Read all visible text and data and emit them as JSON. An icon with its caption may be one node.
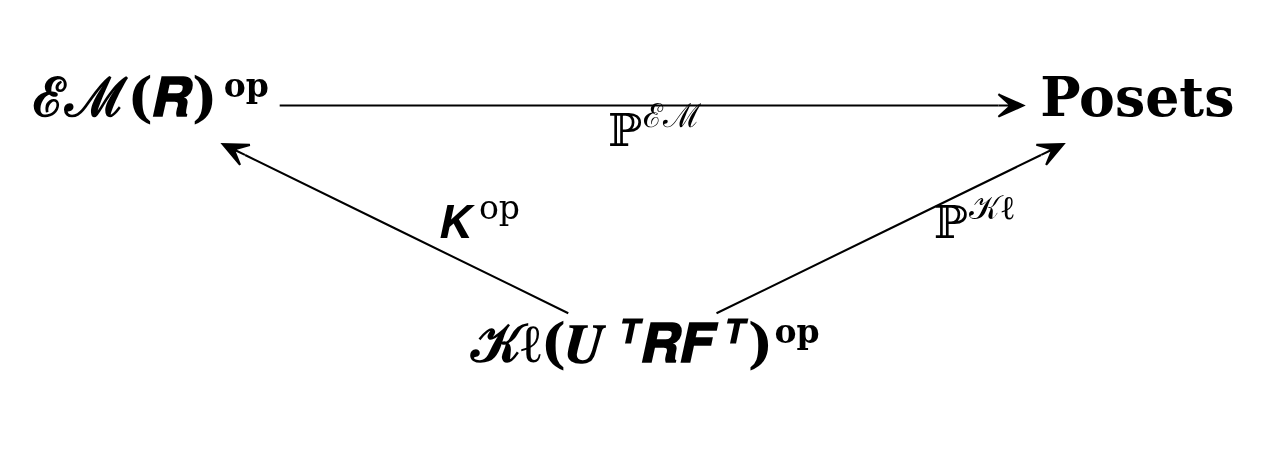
{
  "diagram": {
    "nodes": [
      {
        "text": [
          "Posets"
        ]
      },
      {
        "text": [
          "ℰℳ(𝑹)$^{op}$"
        ]
      },
      {
        "text": [
          "𝒦ℓ(𝑼$^{𝑻}$𝑹𝑭$^{𝑻}$)$^{op}$"
        ]
      }
    ],
    "edges": [
      {
        "from": 1,
        "to": 0,
        "arrow": "to",
        "label": "ℙ$^{ℰℳ}$"
      },
      {
        "from": 2,
        "to": 0,
        "arrow": "to",
        "label": "ℙ$^{𝒦ℓ}$"
      },
      {
        "from": 2,
        "to": 1,
        "arrow": "to",
        "label": "𝑲$^{op}$"
      }
    ]
  }
}
